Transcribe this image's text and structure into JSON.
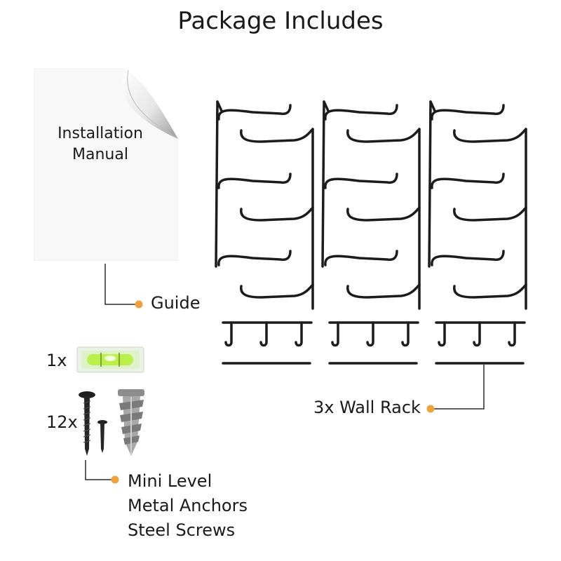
{
  "title": "Package Includes",
  "manual": {
    "line1": "Installation",
    "line2": "Manual"
  },
  "labels": {
    "guide": "Guide",
    "wall_rack": "3x Wall Rack",
    "level_count": "1x",
    "hardware_count": "12x"
  },
  "parts": [
    "Mini Level",
    "Metal Anchors",
    "Steel Screws"
  ],
  "colors": {
    "bullet": "#f0a23a",
    "rack": "#1c1c1c",
    "level": "#b9f04a"
  },
  "icons": {
    "manual": "installation-manual-icon",
    "rack": "wall-rack-icon",
    "level": "mini-level-icon",
    "screw": "steel-screw-icon",
    "anchor": "metal-anchor-icon"
  }
}
